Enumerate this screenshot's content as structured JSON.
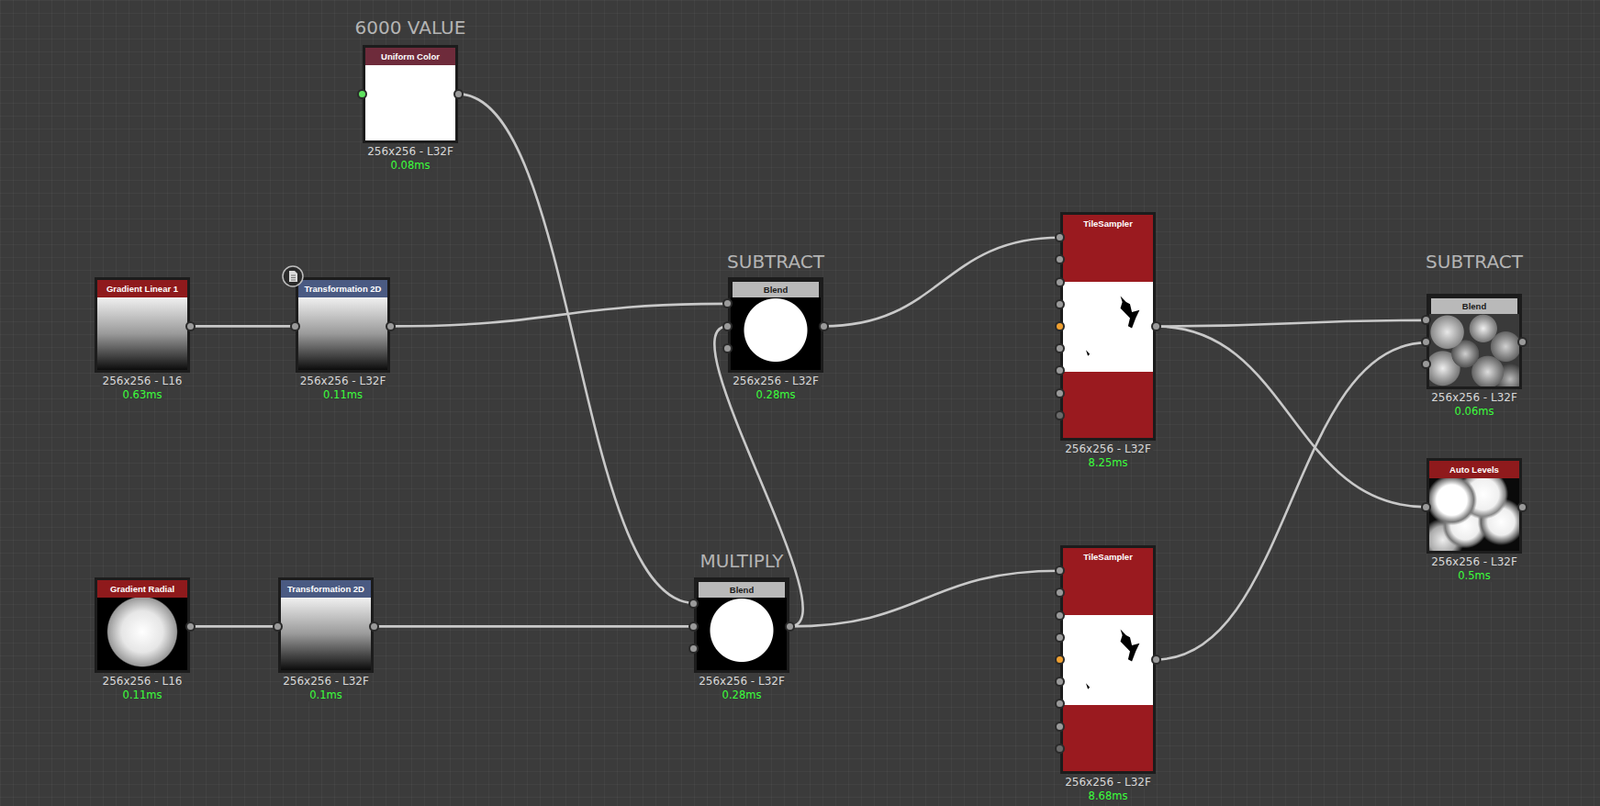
{
  "diagram": {
    "nodes": [
      {
        "text": [
          "6000 VALUE",
          "Uniform Color",
          "256x256 - L32F",
          "0.08ms"
        ]
      },
      {
        "text": [
          "Gradient Linear 1",
          "256x256 - L16",
          "0.63ms"
        ]
      },
      {
        "text": [
          "Transformation 2D",
          "256x256 - L32F",
          "0.11ms"
        ]
      },
      {
        "text": [
          "SUBTRACT",
          "Blend",
          "256x256 - L32F",
          "0.28ms"
        ]
      },
      {
        "text": [
          "TileSampler",
          "256x256 - L32F",
          "8.25ms"
        ]
      },
      {
        "text": [
          "SUBTRACT",
          "Blend",
          "256x256 - L32F",
          "0.06ms"
        ]
      },
      {
        "text": [
          "Auto Levels",
          "256x256 - L32F",
          "0.5ms"
        ]
      },
      {
        "text": [
          "Gradient Radial",
          "256x256 - L16",
          "0.11ms"
        ]
      },
      {
        "text": [
          "Transformation 2D",
          "256x256 - L32F",
          "0.1ms"
        ]
      },
      {
        "text": [
          "MULTIPLY",
          "Blend",
          "256x256 - L32F",
          "0.28ms"
        ]
      },
      {
        "text": [
          "TileSampler",
          "256x256 - L32F",
          "8.68ms"
        ]
      }
    ],
    "edges": [
      {
        "from": 1,
        "to": 2,
        "arrow": "none"
      },
      {
        "from": 2,
        "to": 3,
        "arrow": "none"
      },
      {
        "from": 0,
        "to": 9,
        "arrow": "none"
      },
      {
        "from": 7,
        "to": 8,
        "arrow": "none"
      },
      {
        "from": 8,
        "to": 9,
        "arrow": "none"
      },
      {
        "from": 9,
        "to": 3,
        "arrow": "none"
      },
      {
        "from": 3,
        "to": 4,
        "arrow": "none"
      },
      {
        "from": 9,
        "to": 10,
        "arrow": "none"
      },
      {
        "from": 4,
        "to": 5,
        "arrow": "none"
      },
      {
        "from": 4,
        "to": 6,
        "arrow": "none"
      },
      {
        "from": 10,
        "to": 5,
        "arrow": "none"
      }
    ]
  }
}
